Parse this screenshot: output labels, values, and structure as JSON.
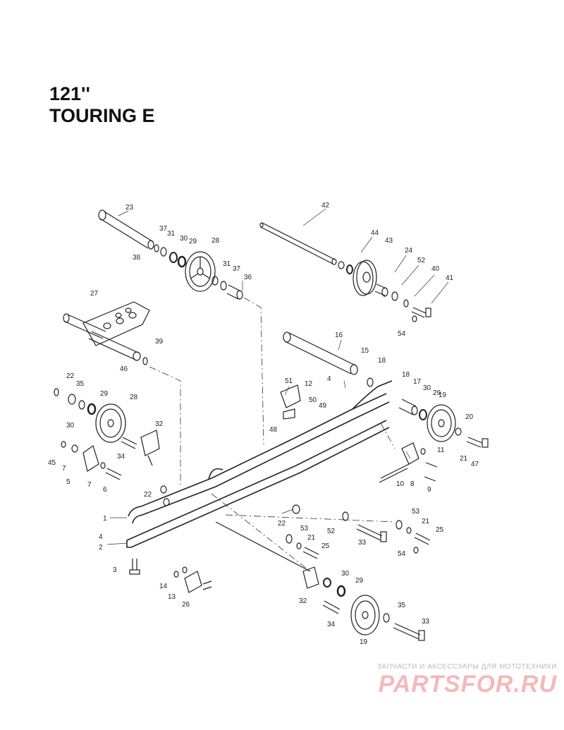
{
  "title": {
    "line1": "121''",
    "line2": "TOURING E"
  },
  "callouts": [
    "23",
    "42",
    "37",
    "31",
    "38",
    "30",
    "29",
    "28",
    "44",
    "43",
    "24",
    "52",
    "40",
    "41",
    "54",
    "31",
    "37",
    "36",
    "27",
    "39",
    "46",
    "16",
    "15",
    "18",
    "4",
    "51",
    "12",
    "50",
    "49",
    "48",
    "18",
    "17",
    "30",
    "29",
    "19",
    "22",
    "35",
    "29",
    "28",
    "30",
    "32",
    "34",
    "20",
    "11",
    "45",
    "7",
    "5",
    "7",
    "6",
    "21",
    "47",
    "10",
    "8",
    "9",
    "22",
    "1",
    "22",
    "53",
    "4",
    "52",
    "53",
    "21",
    "2",
    "21",
    "25",
    "33",
    "25",
    "54",
    "3",
    "14",
    "13",
    "26",
    "30",
    "29",
    "32",
    "34",
    "35",
    "33",
    "19"
  ],
  "watermark": {
    "tagline": "ЗАПЧАСТИ И АКСЕССУАРЫ ДЛЯ МОТОТЕХНИКИ",
    "logo": "PARTSFOR.RU"
  },
  "colors": {
    "line": "#222222",
    "watermark_red": "#e03a3a",
    "watermark_grey": "#bbbbbb"
  }
}
